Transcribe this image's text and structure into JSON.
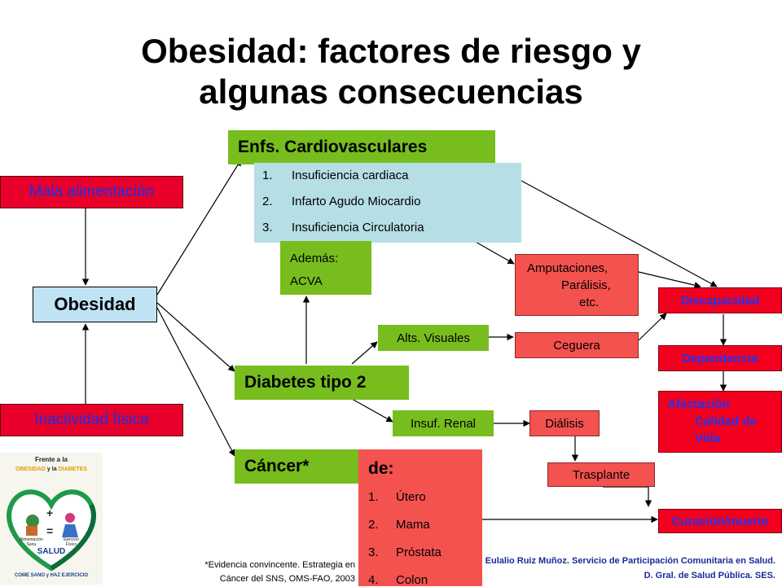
{
  "title": {
    "line1": "Obesidad: factores de riesgo y",
    "line2": "algunas consecuencias"
  },
  "risk_factors": {
    "mala": "Mala alimentación",
    "inactividad": "Inactividad física"
  },
  "obesidad": "Obesidad",
  "cardio": {
    "title": "Enfs. Cardiovasculares",
    "items": [
      {
        "n": "1.",
        "text": "Insuficiencia cardiaca"
      },
      {
        "n": "2.",
        "text": "Infarto Agudo Miocardio"
      },
      {
        "n": "3.",
        "text": "Insuficiencia Circulatoria"
      }
    ],
    "ademas": "Además:",
    "acva": "ACVA"
  },
  "diabetes": {
    "title": "Diabetes tipo 2",
    "visuales": "Alts. Visuales",
    "renal": "Insuf. Renal"
  },
  "cancer": {
    "title": "Cáncer*",
    "de": "de:",
    "items": [
      {
        "n": "1.",
        "text": "Útero"
      },
      {
        "n": "2.",
        "text": "Mama"
      },
      {
        "n": "3.",
        "text": "Próstata"
      },
      {
        "n": "4.",
        "text": "Colon"
      }
    ]
  },
  "consequences": {
    "amputaciones": [
      "Amputaciones,",
      "Parálisis,",
      "etc."
    ],
    "ceguera": "Ceguera",
    "dialisis": "Diálisis",
    "trasplante": "Trasplante"
  },
  "outcomes": {
    "discapacidad": "Discapacidad",
    "dependencia": "Dependencia",
    "afectacion": [
      "Afectación",
      "Calidad de",
      "Vida"
    ],
    "curacion": "Curación/muerte"
  },
  "logo": {
    "line1": "Frente a la",
    "line2a": "OBESIDAD",
    "line2b": "y la",
    "line2c": "DIABETES",
    "left_label": [
      "Alimentación",
      "Sana"
    ],
    "right_label": [
      "Ejercicio",
      "Físico"
    ],
    "plus": "+",
    "equals": "=",
    "salud": "SALUD",
    "bottom": "COME SANO y HAZ EJERCICIO"
  },
  "footnote": [
    "*Evidencia convincente. Estrategia en",
    "Cáncer del SNS, OMS-FAO, 2003"
  ],
  "credit": [
    "Eulalio Ruiz Muñoz. Servicio de Participación Comunitaria en Salud.",
    "D. Gral. de Salud Pública. SES."
  ],
  "colors": {
    "red": "#e8002a",
    "green": "#77bd1e",
    "cyan": "#b6dfe5",
    "orange": "#f4524f",
    "blue_text": "#1e2ee6"
  }
}
